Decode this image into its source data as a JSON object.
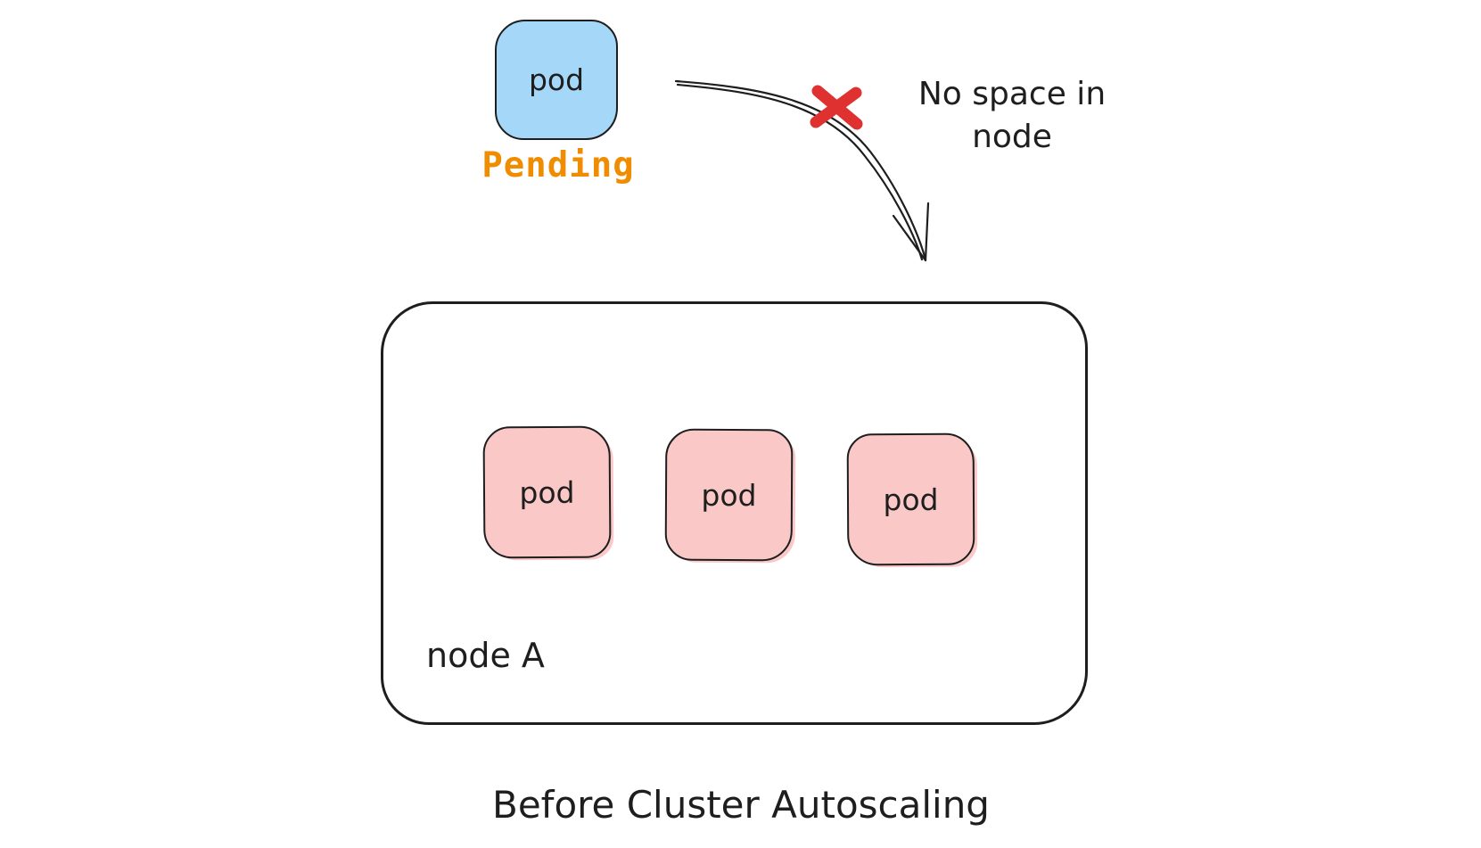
{
  "diagram": {
    "pending_pod": {
      "label": "pod",
      "status": "Pending"
    },
    "annotation": {
      "line1": "No space in",
      "line2": "node"
    },
    "node": {
      "label": "node A",
      "pods": [
        {
          "label": "pod"
        },
        {
          "label": "pod"
        },
        {
          "label": "pod"
        }
      ]
    },
    "caption": "Before Cluster Autoscaling",
    "colors": {
      "stroke": "#1e1e1e",
      "pending_fill": "#a5d8f8",
      "pod_fill": "#f9c8c7",
      "pending_text": "#f08c00",
      "reject_x": "#e03131"
    }
  }
}
